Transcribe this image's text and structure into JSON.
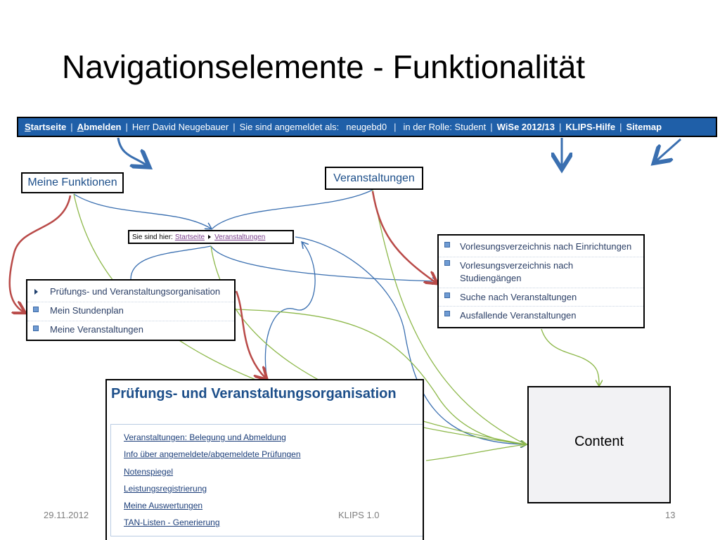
{
  "slide": {
    "title": "Navigationselemente - Funktionalität"
  },
  "topbar": {
    "startseite": "Startseite",
    "abmelden": "Abmelden",
    "user": "Herr David Neugebauer",
    "logged_in_as": "Sie sind angemeldet als:",
    "username": "neugebd0",
    "role": "in der Rolle: Student",
    "semester": "WiSe 2012/13",
    "help": "KLIPS-Hilfe",
    "sitemap": "Sitemap"
  },
  "labels": {
    "meine_funktionen": "Meine Funktionen",
    "veranstaltungen": "Veranstaltungen",
    "content": "Content"
  },
  "breadcrumb": {
    "prefix": "Sie sind hier:",
    "items": [
      "Startseite",
      "Veranstaltungen"
    ]
  },
  "my_functions_menu": {
    "items": [
      "Prüfungs- und Veranstaltungsorganisation",
      "Mein Stundenplan",
      "Meine Veranstaltungen"
    ]
  },
  "events_menu": {
    "items": [
      "Vorlesungsverzeichnis nach Einrichtungen",
      "Vorlesungsverzeichnis nach Studiengängen",
      "Suche nach Veranstaltungen",
      "Ausfallende Veranstaltungen"
    ]
  },
  "pruef_panel": {
    "title": "Prüfungs- und Veranstaltungsorganisation",
    "links": [
      "Veranstaltungen: Belegung und Abmeldung",
      "Info über angemeldete/abgemeldete Prüfungen",
      "Notenspiegel",
      "Leistungsregistrierung",
      "Meine Auswertungen",
      "TAN-Listen - Generierung"
    ]
  },
  "footer": {
    "date": "29.11.2012",
    "center": "KLIPS 1.0",
    "page": "13"
  },
  "colors": {
    "nav_bar": "#1f5fa8",
    "blue_arrow": "#3a6fb0",
    "green_arrow": "#8db84a",
    "red_arrow": "#b94a48"
  }
}
